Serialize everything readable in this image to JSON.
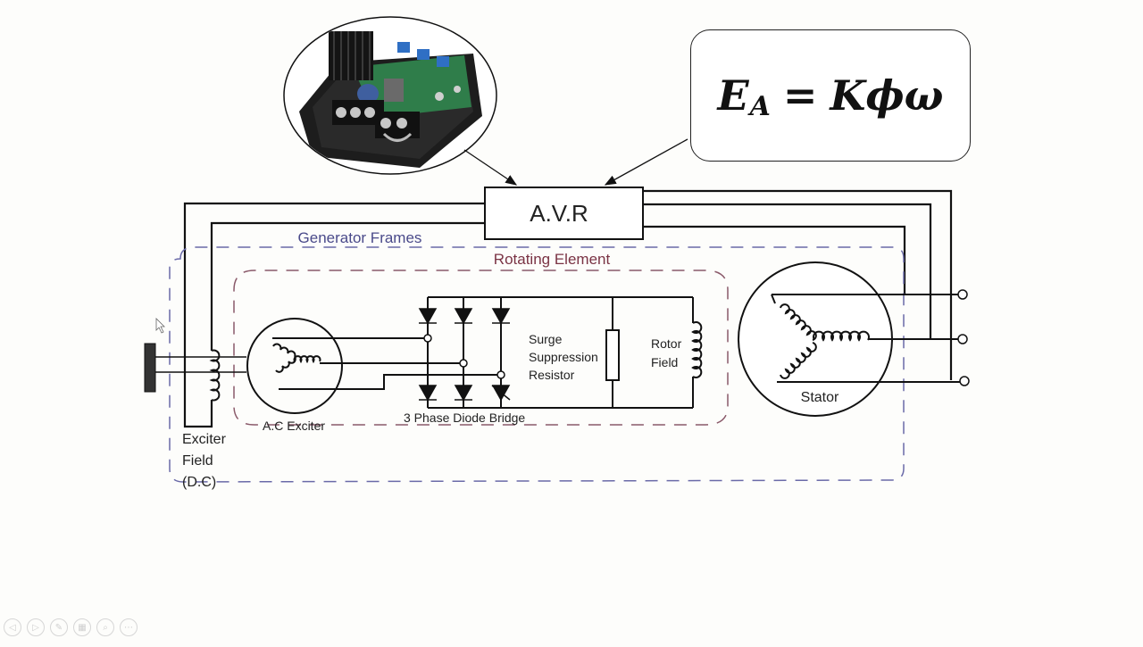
{
  "formula": {
    "lhs": "E",
    "sub": "A",
    "eq": "=",
    "rhs": "Kϕω"
  },
  "labels": {
    "avr": "A.V.R",
    "generator_frames": "Generator Frames",
    "rotating_element": "Rotating Element",
    "exciter_field_line1": "Exciter",
    "exciter_field_line2": "Field",
    "exciter_field_line3": "(D.C)",
    "ac_exciter": "A.C Exciter",
    "diode_bridge": "3 Phase Diode Bridge",
    "surge_line1": "Surge",
    "surge_line2": "Suppression",
    "surge_line3": "Resistor",
    "rotor_line1": "Rotor",
    "rotor_line2": "Field",
    "stator": "Stator"
  },
  "toolbar": {
    "buttons": [
      {
        "icon": "previous-icon",
        "glyph": "◁"
      },
      {
        "icon": "next-icon",
        "glyph": "▷"
      },
      {
        "icon": "pen-icon",
        "glyph": "✎"
      },
      {
        "icon": "slides-icon",
        "glyph": "▦"
      },
      {
        "icon": "zoom-icon",
        "glyph": "⌕"
      },
      {
        "icon": "more-icon",
        "glyph": "⋯"
      }
    ]
  },
  "colors": {
    "frame_dash": "#6a6aa8",
    "rotating_dash": "#8a5a6a",
    "generator_frames_text": "#4a4a8a",
    "rotating_element_text": "#7a3344"
  }
}
